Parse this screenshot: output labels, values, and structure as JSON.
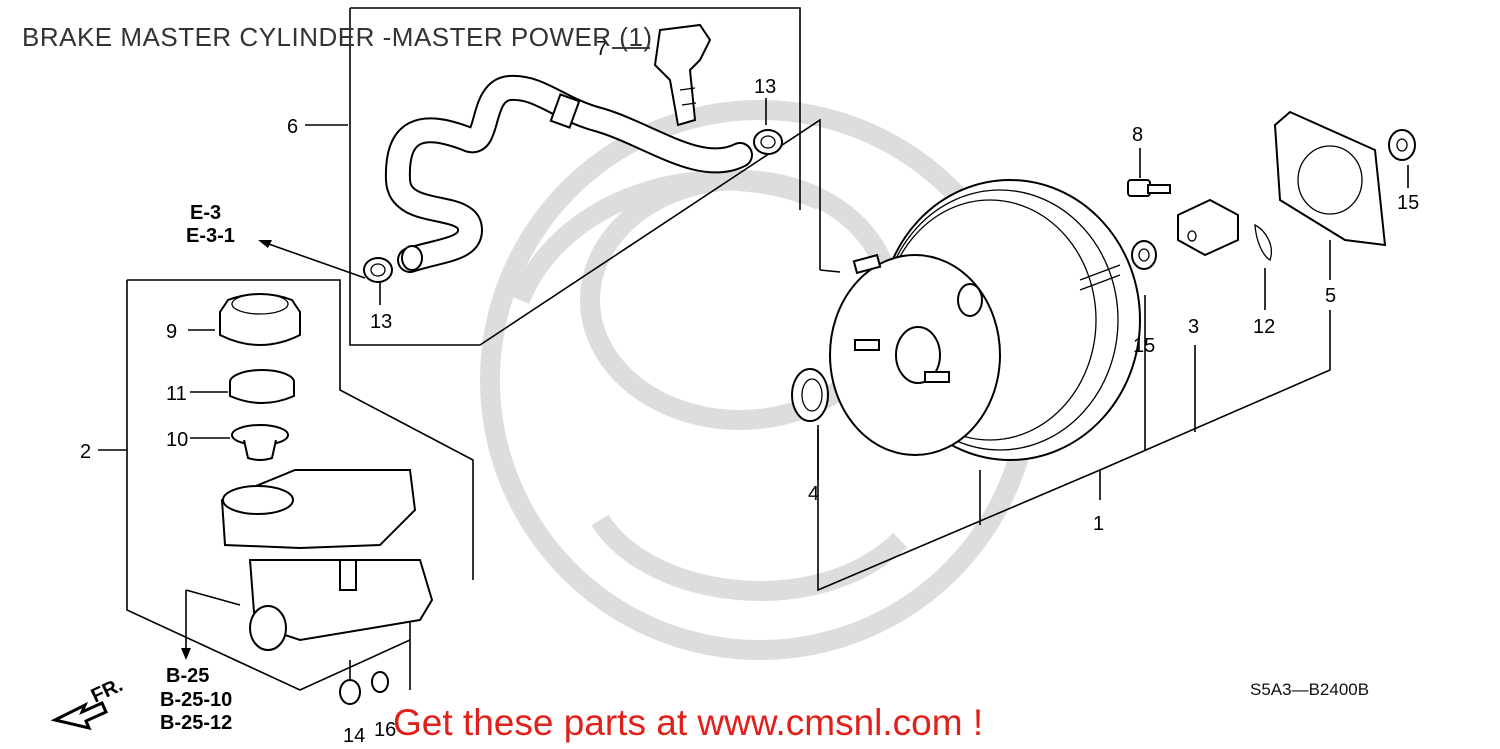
{
  "title": "BRAKE MASTER CYLINDER -MASTER POWER (1)",
  "reference_code": "S5A3—B2400B",
  "banner": "Get these parts at www.cmsnl.com !",
  "colors": {
    "banner": "#e0201a",
    "line": "#000000",
    "watermark": "#dddddd"
  },
  "callouts": {
    "c1": "1",
    "c2": "2",
    "c3": "3",
    "c4": "4",
    "c5": "5",
    "c6": "6",
    "c7": "7",
    "c8": "8",
    "c9": "9",
    "c10": "10",
    "c11": "11",
    "c12": "12",
    "c13a": "13",
    "c13b": "13",
    "c14": "14",
    "c15a": "15",
    "c15b": "15",
    "c16": "16"
  },
  "refs_e": [
    "E-3",
    "E-3-1"
  ],
  "refs_b": [
    "B-25",
    "B-25-10",
    "B-25-12"
  ],
  "direction": "FR."
}
